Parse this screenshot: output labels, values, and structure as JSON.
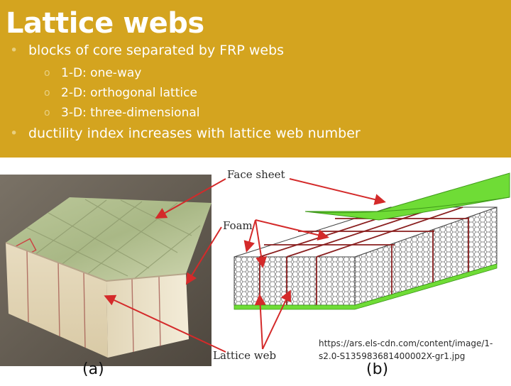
{
  "slide": {
    "title": "Lattice webs",
    "bullets": [
      {
        "level": 1,
        "text": "blocks of core separated by FRP webs"
      },
      {
        "level": 2,
        "text": "1-D: one-way"
      },
      {
        "level": 2,
        "text": "2-D: orthogonal lattice"
      },
      {
        "level": 2,
        "text": "3-D: three-dimensional"
      },
      {
        "level": 1,
        "text": "ductility index increases with lattice web number"
      }
    ],
    "bullet_symbols": {
      "level1": "•",
      "level2": "o"
    }
  },
  "figure": {
    "labels": {
      "face_sheet": "Face sheet",
      "foam": "Foam",
      "lattice_web": "Lattice web",
      "panel_a": "(a)",
      "panel_b": "(b)"
    },
    "credit": "https://ars.els-cdn.com/content/image/1-s2.0-S135983681400002X-gr1.jpg"
  },
  "colors": {
    "header_bg": "#d4a41f",
    "face_sheet": "#6fdc36",
    "arrow": "#d42a2a",
    "web_line": "#8a1f1f"
  }
}
